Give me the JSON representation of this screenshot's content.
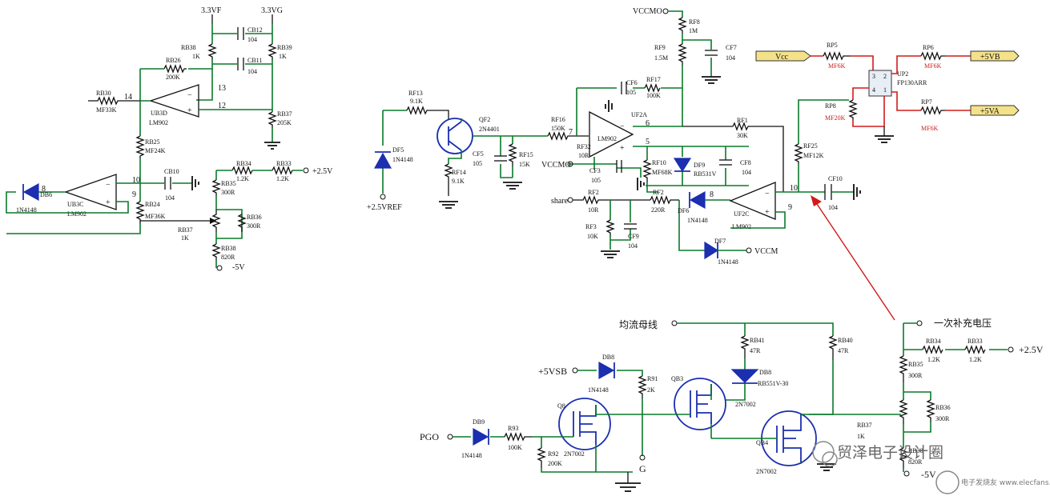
{
  "top_left": {
    "rails": [
      "3.3VF",
      "3.3VG"
    ],
    "resistors": [
      {
        "ref": "RB38",
        "val": "1K"
      },
      {
        "ref": "RB39",
        "val": "1K"
      },
      {
        "ref": "RB26",
        "val": "200K"
      },
      {
        "ref": "RB30",
        "val": "MF33K"
      },
      {
        "ref": "RB37",
        "val": "205K"
      },
      {
        "ref": "RB25",
        "val": "MF24K"
      },
      {
        "ref": "RB24",
        "val": "MF36K"
      },
      {
        "ref": "RB34",
        "val": "1.2K"
      },
      {
        "ref": "RB33",
        "val": "1.2K"
      },
      {
        "ref": "RB35",
        "val": "300R"
      },
      {
        "ref": "RB36",
        "val": "300R"
      },
      {
        "ref": "RB37",
        "val": "1K"
      },
      {
        "ref": "RB38",
        "val": "820R"
      }
    ],
    "caps": [
      {
        "ref": "CB12",
        "val": "104"
      },
      {
        "ref": "CB11",
        "val": "104"
      },
      {
        "ref": "CB10",
        "val": "104"
      }
    ],
    "opamps": [
      {
        "ref": "UB3D",
        "val": "LM902"
      },
      {
        "ref": "UB3C",
        "val": "LM902"
      }
    ],
    "diode": {
      "ref": "DB6",
      "val": "1N4148"
    },
    "pins": [
      "14",
      "13",
      "12",
      "8",
      "10",
      "9"
    ],
    "supply_plus": "+2.5V",
    "supply_minus": "-5V"
  },
  "middle": {
    "labels": [
      "VCCMO",
      "VCCMO",
      "share",
      "VCCM",
      "+2.5VREF"
    ],
    "transistor": {
      "ref": "QF2",
      "val": "2N4401"
    },
    "diode5": {
      "ref": "DF5",
      "val": "1N4148"
    },
    "resistors": [
      {
        "ref": "RF13",
        "val": "9.1K"
      },
      {
        "ref": "RF14",
        "val": "9.1K"
      },
      {
        "ref": "RF15",
        "val": "15K"
      },
      {
        "ref": "RF16",
        "val": "150K"
      },
      {
        "ref": "RF17",
        "val": "100K"
      },
      {
        "ref": "RF8",
        "val": "1M"
      },
      {
        "ref": "RF9",
        "val": "1.5M"
      },
      {
        "ref": "RF32",
        "val": "10R"
      },
      {
        "ref": "RF1",
        "val": "30K"
      },
      {
        "ref": "RF10",
        "val": "MF68K"
      },
      {
        "ref": "RF2",
        "val": "10R"
      },
      {
        "ref": "RF3",
        "val": "10K"
      },
      {
        "ref": "RF2",
        "val": "220R"
      },
      {
        "ref": "RF25",
        "val": "MF12K"
      }
    ],
    "caps": [
      {
        "ref": "CF5",
        "val": "105"
      },
      {
        "ref": "CF6",
        "val": "105"
      },
      {
        "ref": "CF7",
        "val": "104"
      },
      {
        "ref": "CF3",
        "val": "105"
      },
      {
        "ref": "CF8",
        "val": "104"
      },
      {
        "ref": "CF9",
        "val": "104"
      },
      {
        "ref": "CF10",
        "val": "104"
      }
    ],
    "opamps": [
      {
        "ref": "UF2A",
        "val": "LM902"
      },
      {
        "ref": "UF2C",
        "val": "LM902"
      }
    ],
    "diodes": [
      {
        "ref": "DF9",
        "val": "RB531V"
      },
      {
        "ref": "DF6",
        "val": "1N4148"
      },
      {
        "ref": "DF7",
        "val": "1N4148"
      }
    ],
    "pins": [
      "7",
      "6",
      "5",
      "8",
      "10",
      "9"
    ]
  },
  "top_right": {
    "vcc": "Vcc",
    "out_b": "+5VB",
    "out_a": "+5VA",
    "ic": {
      "ref": "UP2",
      "val": "FP130ARR"
    },
    "resistors": [
      {
        "ref": "RP5",
        "val": "MF6K"
      },
      {
        "ref": "RP6",
        "val": "MF6K"
      },
      {
        "ref": "RP8",
        "val": "MF20K"
      },
      {
        "ref": "RP7",
        "val": "MF6K"
      }
    ],
    "ic_pins": [
      "3",
      "4",
      "2",
      "1"
    ]
  },
  "bottom": {
    "labels": [
      "均流母线",
      "一次补充电压",
      "+5VSB",
      "PGO",
      "G"
    ],
    "supply_plus": "+2.5V",
    "supply_minus": "-5V",
    "diodes": [
      {
        "ref": "DB8",
        "val": "1N4148"
      },
      {
        "ref": "DB9",
        "val": "1N4148"
      },
      {
        "ref": "DB8",
        "val": "RB551V-30"
      }
    ],
    "resistors": [
      {
        "ref": "R91",
        "val": "2K"
      },
      {
        "ref": "R93",
        "val": "100K"
      },
      {
        "ref": "R92",
        "val": "200K"
      },
      {
        "ref": "RB41",
        "val": "47R"
      },
      {
        "ref": "RB40",
        "val": "47R"
      },
      {
        "ref": "RB34",
        "val": "1.2K"
      },
      {
        "ref": "RB33",
        "val": "1.2K"
      },
      {
        "ref": "RB35",
        "val": "300R"
      },
      {
        "ref": "RB36",
        "val": "300R"
      },
      {
        "ref": "RB37",
        "val": "1K"
      },
      {
        "ref": "RB38",
        "val": "820R"
      }
    ],
    "fets": [
      {
        "ref": "Q8",
        "val": "2N7002"
      },
      {
        "ref": "QB3",
        "val": "2N7002"
      },
      {
        "ref": "QB4",
        "val": "2N7002"
      }
    ]
  },
  "watermark": {
    "text": "贸泽电子设计圈",
    "sub": "电子发烧友 www.elecfans.com"
  },
  "colors": {
    "wire": "#0a7a2a",
    "component": "#1b2fb0",
    "highlight": "#d21a1a",
    "vcc_box": "#f4e28a"
  }
}
